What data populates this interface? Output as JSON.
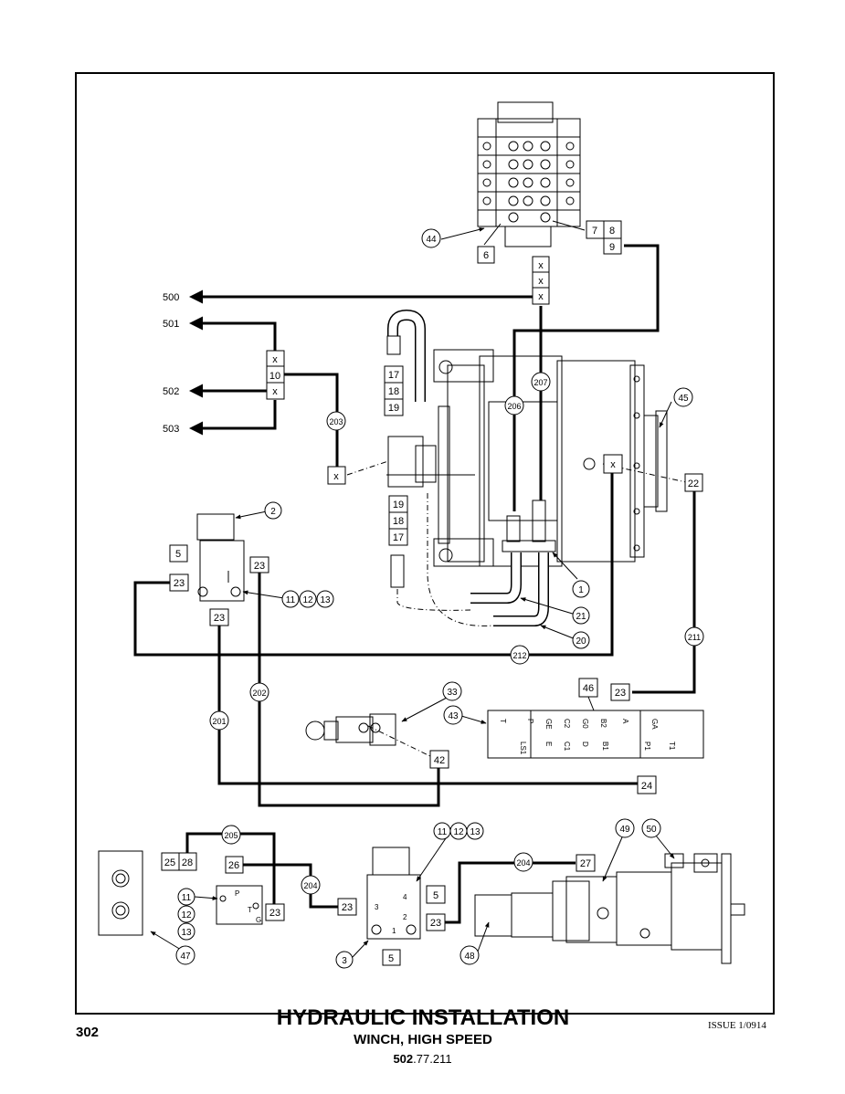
{
  "title": "HYDRAULIC INSTALLATION",
  "subtitle": "WINCH, HIGH SPEED",
  "page_number": "302",
  "issue": "ISSUE 1/0914",
  "doc_code_bold": "502",
  "doc_code_rest": ".77.211",
  "outputs": {
    "o500": "500",
    "o501": "501",
    "o502": "502",
    "o503": "503"
  },
  "boxes": {
    "b6": "6",
    "b7": "7",
    "b8": "8",
    "b9": "9",
    "x_a": "x",
    "x_b": "x",
    "x_c": "x",
    "x_d": "x",
    "b10": "10",
    "x_e": "x",
    "x_f": "x",
    "x_g": "x",
    "b17a": "17",
    "b18a": "18",
    "b19a": "19",
    "b19b": "19",
    "b18b": "18",
    "b17b": "17",
    "b5a": "5",
    "b23a": "23",
    "b23b": "23",
    "b23c": "23",
    "b22": "22",
    "b23d": "23",
    "b46": "46",
    "b42": "42",
    "b24": "24",
    "b25": "25",
    "b28": "28",
    "b26": "26",
    "b23e": "23",
    "b23f": "23",
    "b5b": "5",
    "b23g": "23",
    "b5c": "5",
    "b27": "27"
  },
  "circles": {
    "c44": "44",
    "c45": "45",
    "c2": "2",
    "c11a": "11",
    "c12a": "12",
    "c13a": "13",
    "c1": "1",
    "c21": "21",
    "c20": "20",
    "c203": "203",
    "c206": "206",
    "c207": "207",
    "c211": "211",
    "c212": "212",
    "c202": "202",
    "c201": "201",
    "c33": "33",
    "c43": "43",
    "c205": "205",
    "c204a": "204",
    "c204b": "204",
    "c11b": "11",
    "c12b": "12",
    "c13b": "13",
    "c11c": "11",
    "c12c": "12",
    "c13c": "13",
    "c3": "3",
    "c47": "47",
    "c48": "48",
    "c49": "49",
    "c50": "50"
  },
  "port_labels": {
    "p_P": "P",
    "p_T": "T",
    "p_G": "G",
    "p_3": "3",
    "p_4": "4",
    "p_2": "2",
    "p_1": "1",
    "m_T": "T",
    "m_P": "P",
    "m_GE": "GE",
    "m_C2": "C2",
    "m_G0": "G0",
    "m_B2": "B2",
    "m_A": "A",
    "m_LS1": "LS1",
    "m_E": "E",
    "m_C1": "C1",
    "m_D": "D",
    "m_B1": "B1",
    "m_GA": "GA",
    "m_T1": "T1",
    "m_P1": "P1"
  },
  "colors": {
    "line": "#000000",
    "background": "#ffffff"
  }
}
